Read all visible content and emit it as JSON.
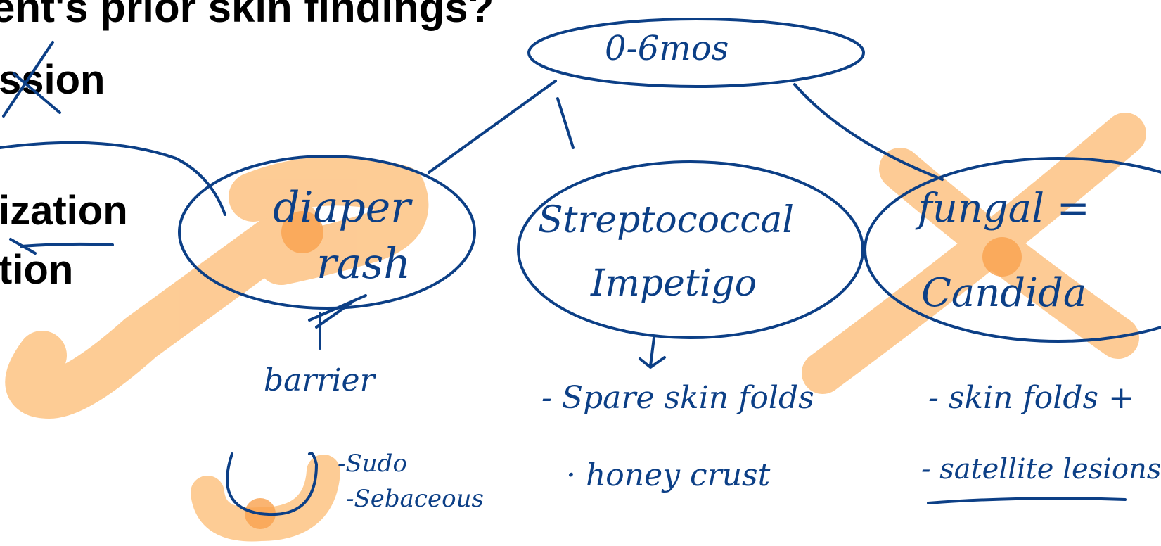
{
  "slide": {
    "title": "ent's prior skin findings?",
    "bullets": [
      "ssion",
      "ization",
      "tion"
    ]
  },
  "annotations": {
    "root": "0-6mos",
    "nodes": [
      {
        "label_lines": [
          "diaper",
          "rash"
        ]
      },
      {
        "label_lines": [
          "Streptococcal",
          "Impetigo"
        ]
      },
      {
        "label_lines": [
          "fungal =",
          "Candida"
        ]
      }
    ],
    "notes": {
      "barrier": "barrier",
      "sudo": "-Sudo",
      "sebaceous": "-Sebaceous",
      "spare_folds": "- Spare skin folds",
      "honey_crust": "· honey crust",
      "skin_folds": "- skin folds +",
      "satellite": "- satellite lesions"
    }
  },
  "colors": {
    "ink": "#0c3f86",
    "highlight": "#fdc68a",
    "highlight_dark": "#f9a14d",
    "text": "#000000"
  }
}
